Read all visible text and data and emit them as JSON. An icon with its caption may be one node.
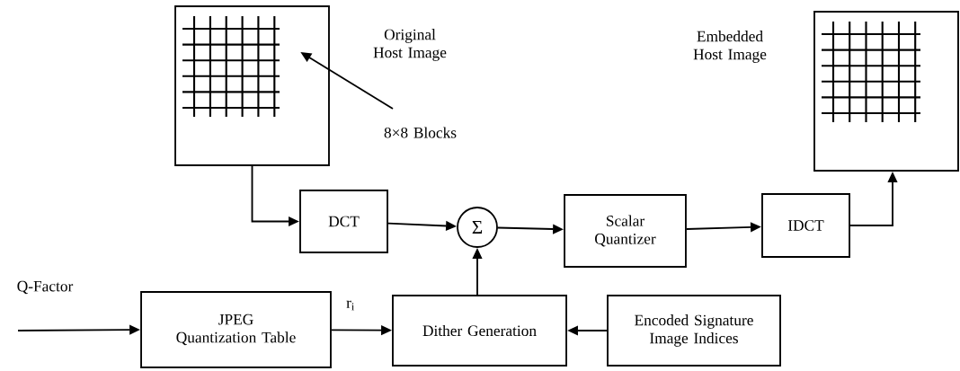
{
  "diagram": {
    "nodes": [
      {
        "text": [
          "Original Host Image"
        ]
      },
      {
        "text": [],
        "shape": "picture",
        "in": 0
      },
      {
        "text": [
          "8×8 Blocks"
        ]
      },
      {
        "text": [
          "DCT"
        ]
      },
      {
        "text": [
          "Σ"
        ]
      },
      {
        "text": [
          "Scalar Quantizer"
        ]
      },
      {
        "text": [
          "IDCT"
        ]
      },
      {
        "text": [
          "Embedded Host Image"
        ]
      },
      {
        "text": [],
        "shape": "picture",
        "in": 7
      },
      {
        "text": [
          "JPEG Quantization Table"
        ]
      },
      {
        "text": [
          "Dither Generation"
        ]
      },
      {
        "text": [
          "Encoded Signature Image Indices"
        ]
      }
    ],
    "edges": [
      {
        "from": 2,
        "to": 1,
        "arrow": "to"
      },
      {
        "from": 0,
        "to": 3,
        "arrow": "to"
      },
      {
        "from": 3,
        "to": 4,
        "arrow": "to"
      },
      {
        "from": 4,
        "to": 5,
        "arrow": "to"
      },
      {
        "from": 5,
        "to": 6,
        "arrow": "to"
      },
      {
        "from": 6,
        "to": 7,
        "arrow": "to"
      },
      {
        "from": null,
        "to": 9,
        "arrow": "to",
        "label": "Q-Factor"
      },
      {
        "from": 9,
        "to": 10,
        "arrow": "to",
        "label": "r$_{i}$"
      },
      {
        "from": 10,
        "to": 4,
        "arrow": "to"
      },
      {
        "from": 11,
        "to": 10,
        "arrow": "to"
      }
    ]
  }
}
